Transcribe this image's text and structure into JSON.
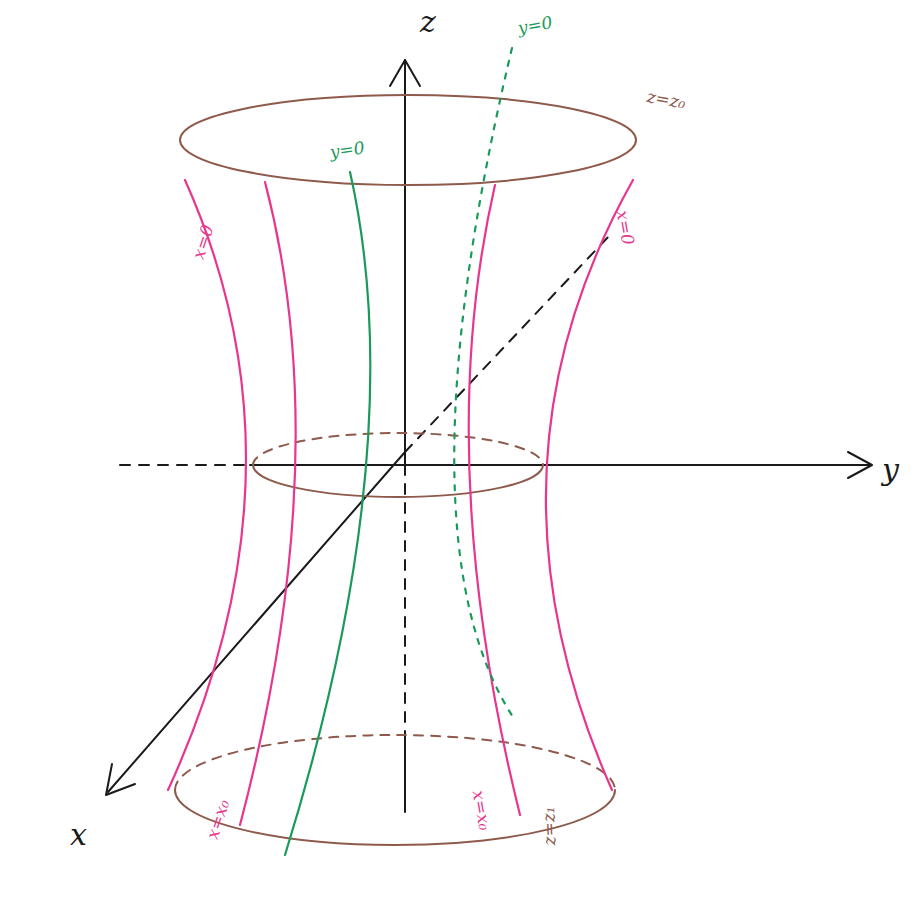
{
  "diagram": {
    "labels": [
      "z",
      "y",
      "x",
      "y=0",
      "y=0",
      "z=z₀",
      "x=0",
      "x=0",
      "x=x₀",
      "x=x₀",
      "z=z₁"
    ]
  }
}
